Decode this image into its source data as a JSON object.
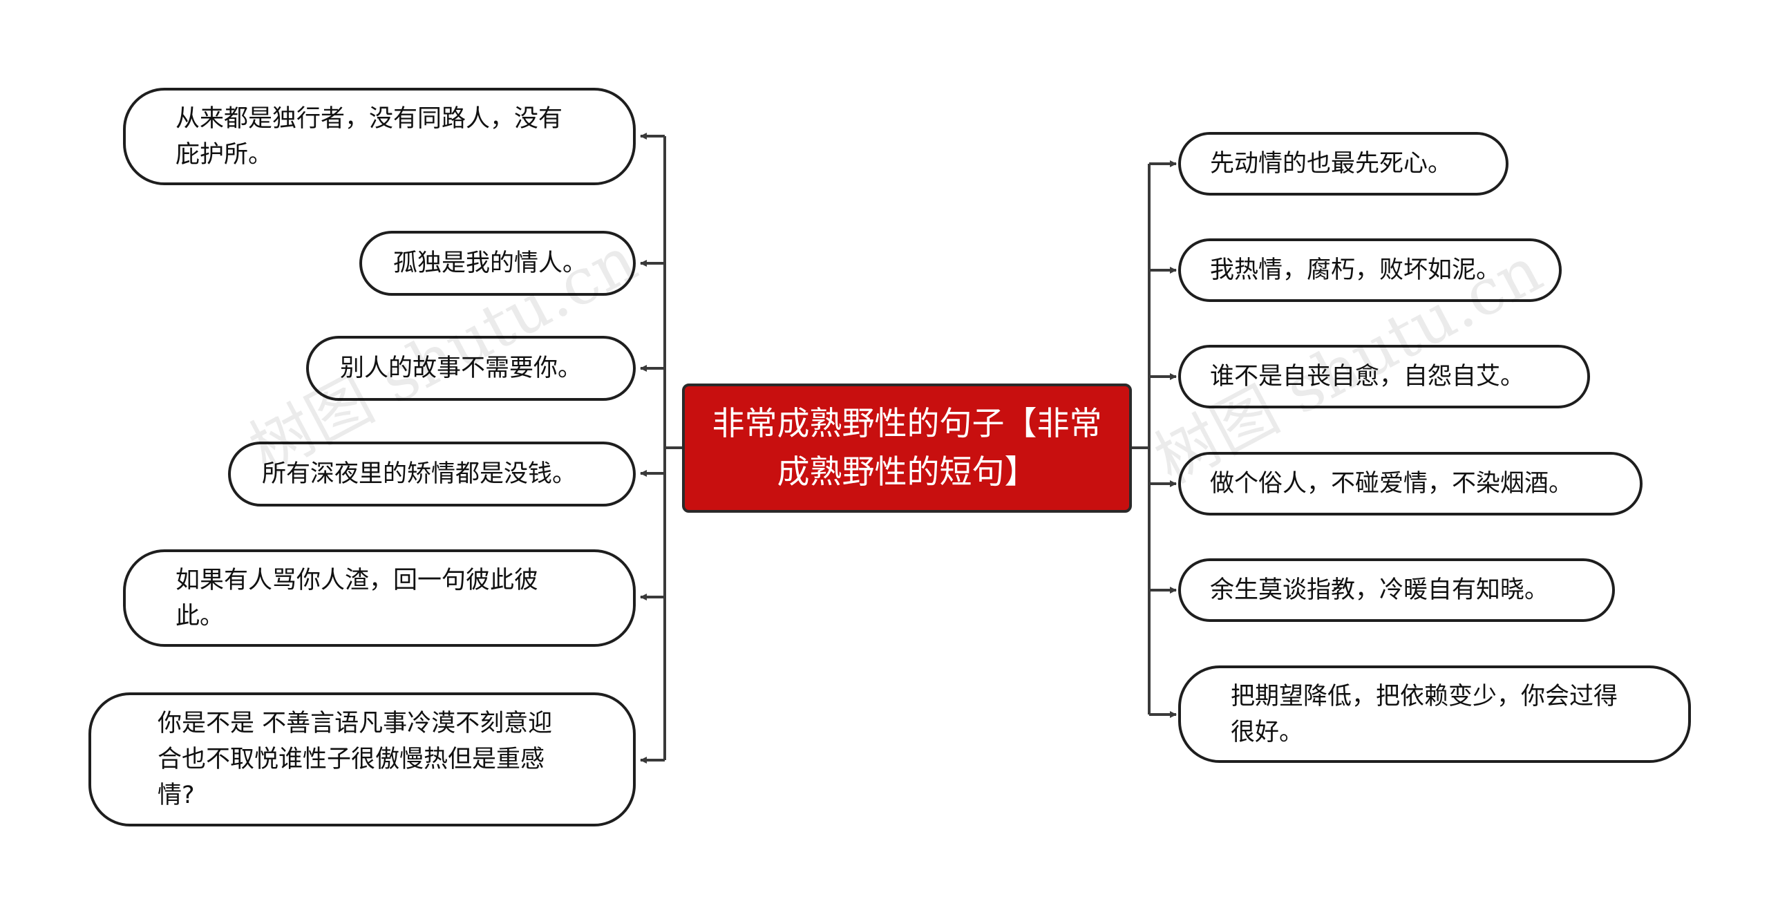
{
  "center": {
    "title": "非常成熟野性的句子【非常成熟野性的短句】"
  },
  "left_nodes": [
    {
      "text": "从来都是独行者，没有同路人，没有庇护所。"
    },
    {
      "text": "孤独是我的情人。"
    },
    {
      "text": "别人的故事不需要你。"
    },
    {
      "text": "所有深夜里的矫情都是没钱。"
    },
    {
      "text": "如果有人骂你人渣，回一句彼此彼此。"
    },
    {
      "text": "你是不是 不善言语凡事冷漠不刻意迎合也不取悦谁性子很傲慢热但是重感情?"
    }
  ],
  "right_nodes": [
    {
      "text": "先动情的也最先死心。"
    },
    {
      "text": "我热情，腐朽，败坏如泥。"
    },
    {
      "text": "谁不是自丧自愈，自怨自艾。"
    },
    {
      "text": "做个俗人，不碰爱情，不染烟酒。"
    },
    {
      "text": "余生莫谈指教，冷暖自有知晓。"
    },
    {
      "text": "把期望降低，把依赖变少，你会过得很好。"
    }
  ],
  "watermarks": [
    "树图 shutu.cn",
    "树图 shutu.cn"
  ],
  "colors": {
    "center_fill": "#c80f0f",
    "line": "#3a3a3a",
    "border": "#1e1e1e"
  }
}
